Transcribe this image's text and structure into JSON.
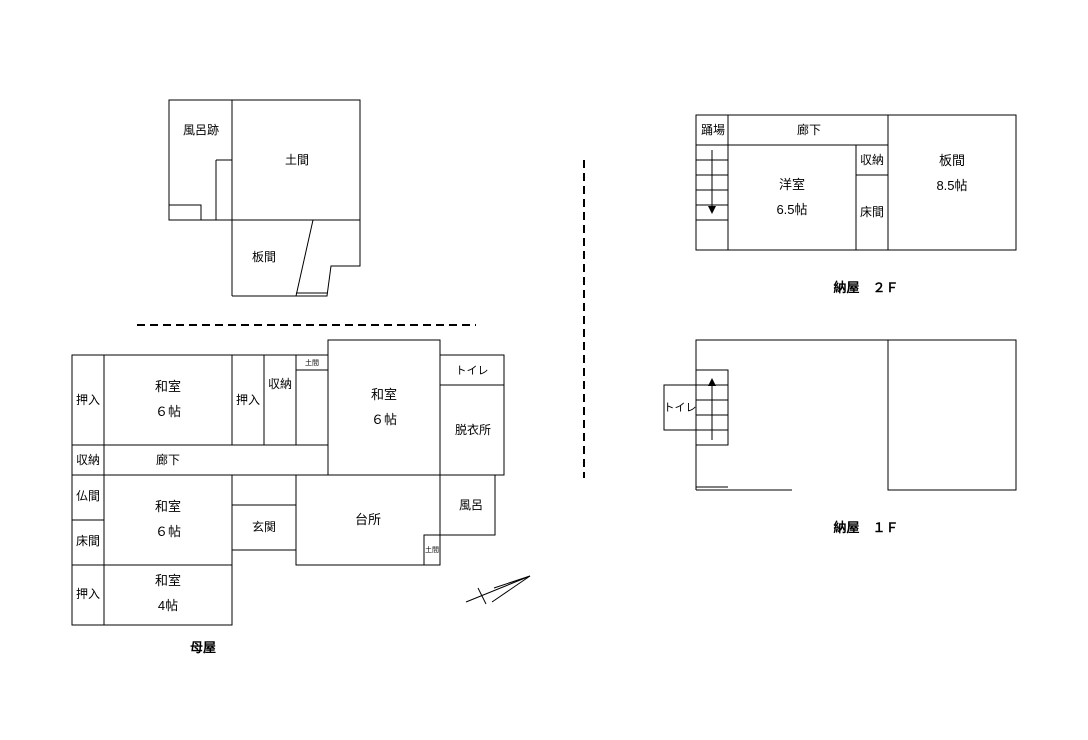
{
  "buildings": {
    "main": {
      "caption": "母屋"
    },
    "storage_2f": {
      "caption": "納屋　２Ｆ"
    },
    "storage_1f": {
      "caption": "納屋　１Ｆ"
    }
  },
  "rooms": {
    "bath_ruins": "風呂跡",
    "doma_top": "土間",
    "itama_top": "板間",
    "oshiire_1": "押入",
    "washitsu_1": "和室",
    "washitsu_1_size": "６帖",
    "oshiire_2": "押入",
    "shuno_1": "収納",
    "doma_small_1": "土間",
    "washitsu_2": "和室",
    "washitsu_2_size": "６帖",
    "toilet_main": "トイレ",
    "dressing": "脱衣所",
    "shuno_2": "収納",
    "corridor_main": "廊下",
    "butsuma": "仏間",
    "tokoma": "床間",
    "washitsu_3": "和室",
    "washitsu_3_size": "６帖",
    "genkan": "玄関",
    "kitchen": "台所",
    "bath": "風呂",
    "doma_small_2": "土間",
    "oshiire_3": "押入",
    "washitsu_4": "和室",
    "washitsu_4_size": "4帖",
    "landing": "踊場",
    "corridor_2f": "廊下",
    "western": "洋室",
    "western_size": "6.5帖",
    "shuno_2f": "収納",
    "tokoma_2f": "床間",
    "itama_2f": "板間",
    "itama_2f_size": "8.5帖",
    "toilet_1f": "トイレ"
  }
}
